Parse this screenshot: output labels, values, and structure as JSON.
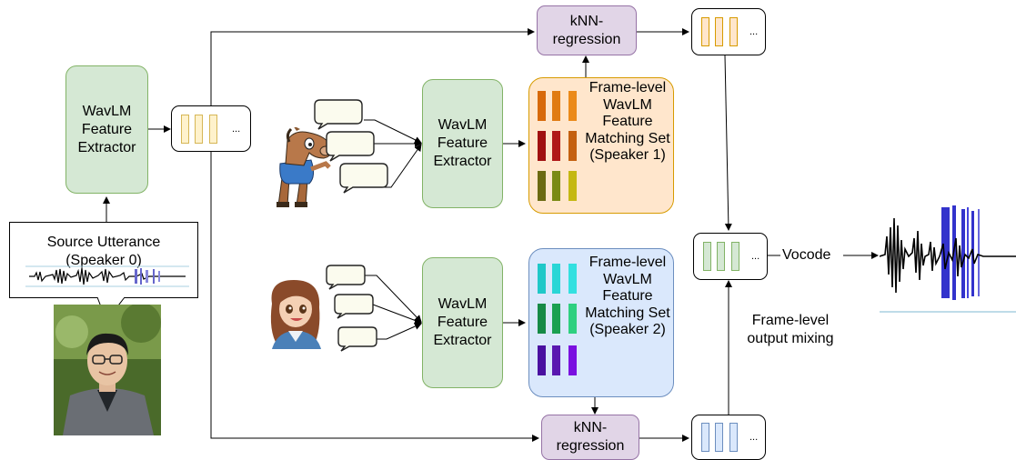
{
  "labels": {
    "wavlm_extractor": "WavLM Feature Extractor",
    "knn_regression": "kNN-regression",
    "source_utterance": "Source Utterance",
    "source_speaker": "(Speaker 0)",
    "matching_set_speaker1": "Frame-level WavLM Feature Matching Set (Speaker 1)",
    "matching_set_speaker2": "Frame-level WavLM Feature Matching Set (Speaker 2)",
    "vocode": "Vocode",
    "output_mixing": "Frame-level output mixing",
    "ellipsis": "..."
  },
  "colors": {
    "green_fill": "#d5e8d4",
    "green_border": "#82b366",
    "purple_fill": "#e1d5e7",
    "purple_border": "#9673a6",
    "orange_fill": "#ffe6cc",
    "orange_border": "#d79b00",
    "blue_fill": "#dae8fc",
    "blue_border": "#6c8ebf",
    "vector_yellow_fill": "#fff2cc",
    "vector_yellow_border": "#d6b656",
    "vector_orange_fill": "#ffe6cc",
    "vector_orange_border": "#d79b00",
    "vector_green_fill": "#d5e8d4",
    "vector_green_border": "#82b366",
    "vector_blue_fill": "#dae8fc",
    "vector_blue_border": "#6c8ebf",
    "speaker1_features": [
      "#d7690a",
      "#e07b12",
      "#eb8a1a",
      "#a01010",
      "#b01818",
      "#c46010",
      "#6b6a12",
      "#7a8a14",
      "#c4b812"
    ],
    "speaker2_features": [
      "#1fc8c8",
      "#29d6d6",
      "#33e0e0",
      "#168a46",
      "#1aa050",
      "#2ed080",
      "#4a10a0",
      "#5a18b0",
      "#7a10e0"
    ],
    "waveform": "#000000",
    "waveform_highlight": "#3333cc"
  },
  "icons": {
    "source_speaker": "person-photo-icon",
    "speaker1": "cartoon-horse-icon",
    "speaker2": "cartoon-woman-icon",
    "speech": "speech-bubble-icon",
    "audio": "waveform-icon"
  }
}
